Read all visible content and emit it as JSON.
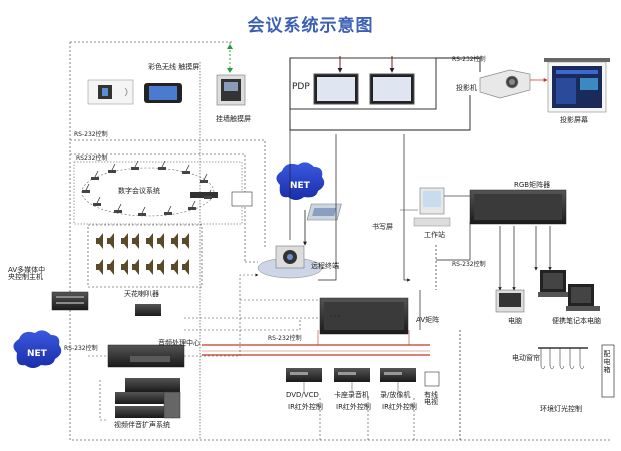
{
  "title": "会议系统示意图",
  "labels": {
    "color_touch_panel": "彩色无线\n触摸屏",
    "wall_touch_panel": "挂墙触摸屏",
    "pdp": "PDP",
    "projector": "投影机",
    "projection_screen": "投影屏幕",
    "rs232_projector": "RS-232控制",
    "rs232_left_1": "RS-232控制",
    "rs232_left_2": "RS232控制",
    "digital_conference": "数字会议系统",
    "net": "NET",
    "net2": "NET",
    "video_terminal": "远程终端",
    "speakers": "天花喇叭器",
    "av_host": "AV多媒体中\n央控制主机",
    "audio_center": "音频处理中心",
    "rs232_av": "RS-232控制",
    "video_matrix": "AV矩阵",
    "rs232_matrix": "RS-232控制",
    "rgb_matrix": "RGB矩阵器",
    "writing_board": "书写屏",
    "workstation": "工作站",
    "rs232_rgb": "RS-232控制",
    "computer": "电脑",
    "laptop": "便携笔记本电脑",
    "dvd": "DVD/VCD",
    "ir_1": "IR红外控制",
    "recorder": "卡座录音机",
    "ir_2": "IR红外控制",
    "tape_player": "录/放像机",
    "ir_3": "IR红外控制",
    "cable_tv": "有线\n电视",
    "video_conf_amp": "视频伴音扩声系统",
    "power_curtain": "电动窗帘",
    "power_box": "配电箱",
    "light_control": "环境灯光控制"
  }
}
